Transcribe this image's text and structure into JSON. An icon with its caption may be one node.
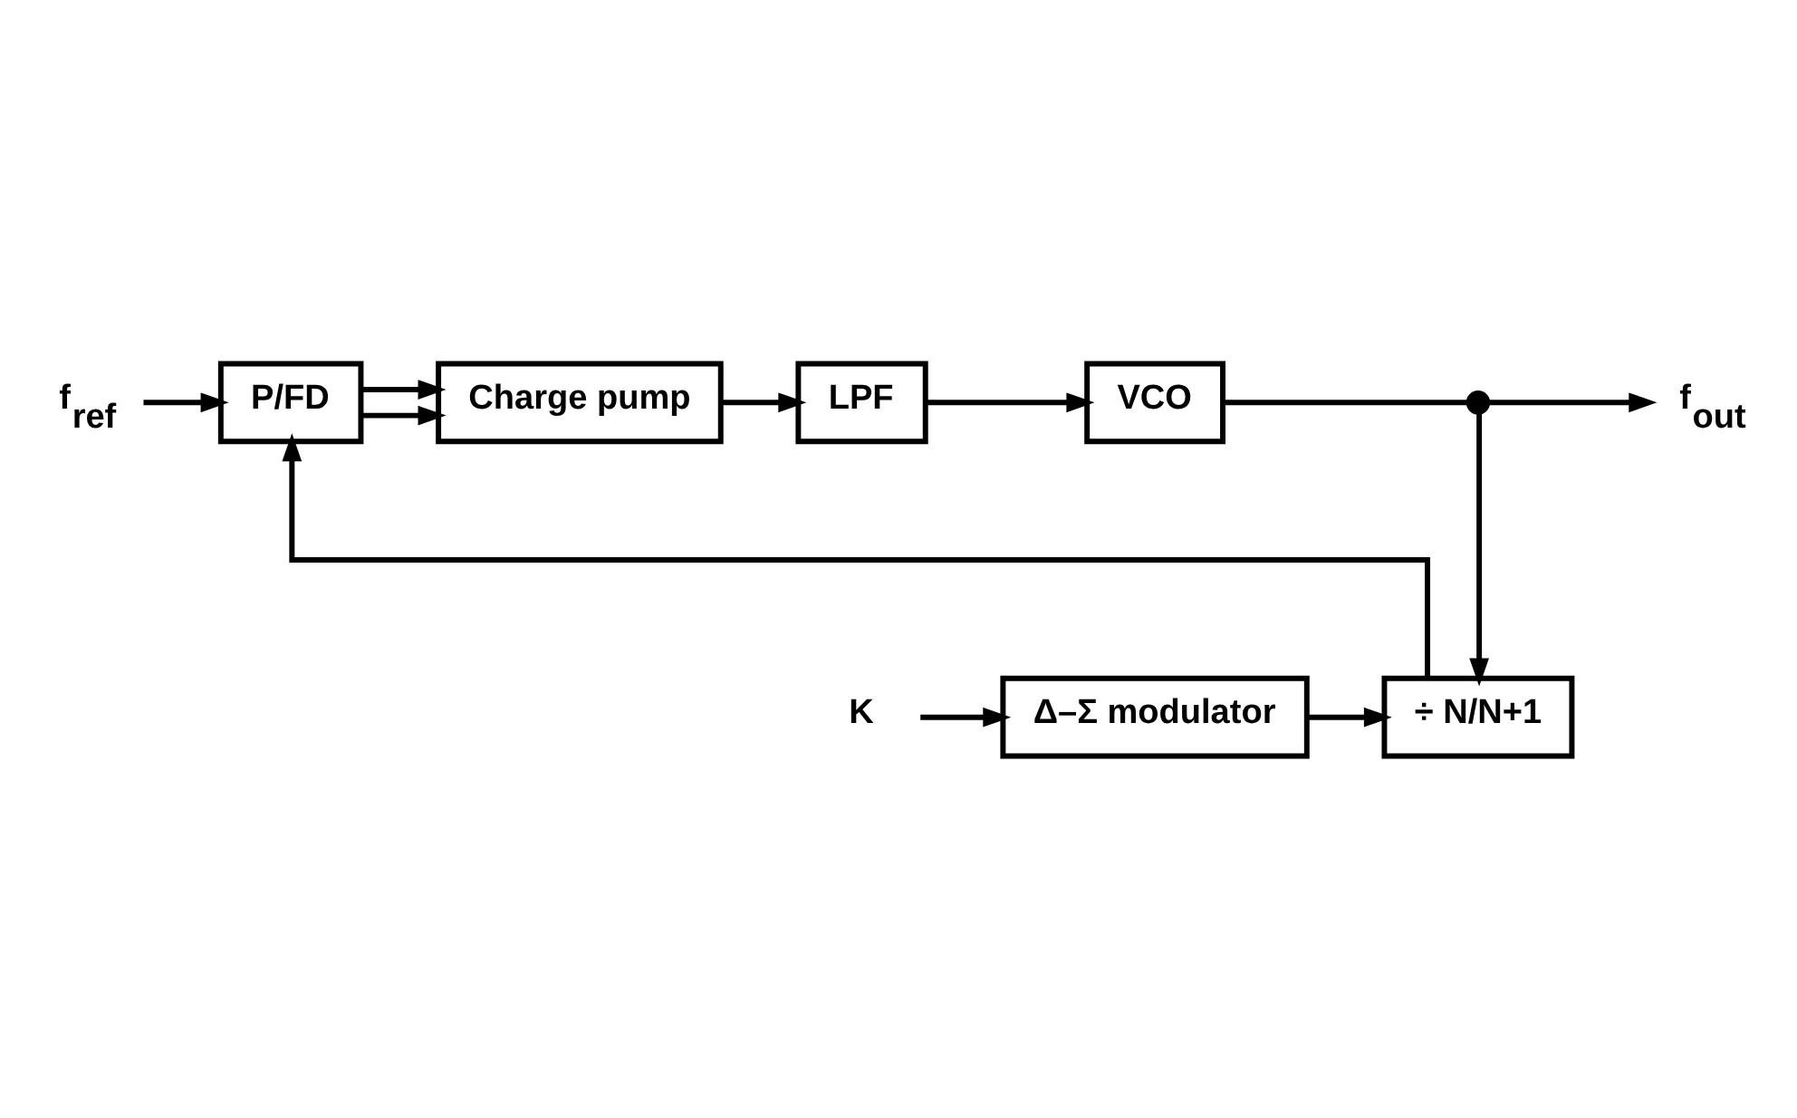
{
  "diagram": {
    "nodes": [
      {
        "text": [
          "f$_{ref}$"
        ]
      },
      {
        "text": [
          "P/FD"
        ]
      },
      {
        "text": [
          "Charge pump"
        ]
      },
      {
        "text": [
          "LPF"
        ]
      },
      {
        "text": [
          "VCO"
        ]
      },
      {
        "text": [],
        "shape": "circle"
      },
      {
        "text": [
          "f$_{out}$"
        ]
      },
      {
        "text": [
          "÷ N/N+1"
        ]
      },
      {
        "text": [
          "Δ–Σ modulator"
        ]
      },
      {
        "text": [
          "K"
        ]
      }
    ],
    "edges": [
      {
        "from": 0,
        "to": 1,
        "arrow": "to"
      },
      {
        "from": 1,
        "to": 2,
        "arrow": "to"
      },
      {
        "from": 1,
        "to": 2,
        "arrow": "to"
      },
      {
        "from": 2,
        "to": 3,
        "arrow": "to"
      },
      {
        "from": 3,
        "to": 4,
        "arrow": "to"
      },
      {
        "from": 4,
        "to": 5,
        "arrow": "none"
      },
      {
        "from": 5,
        "to": 6,
        "arrow": "to"
      },
      {
        "from": 5,
        "to": 7,
        "arrow": "to"
      },
      {
        "from": 7,
        "to": 1,
        "arrow": "to"
      },
      {
        "from": 8,
        "to": 7,
        "arrow": "to"
      },
      {
        "from": 9,
        "to": 8,
        "arrow": "to"
      }
    ]
  }
}
